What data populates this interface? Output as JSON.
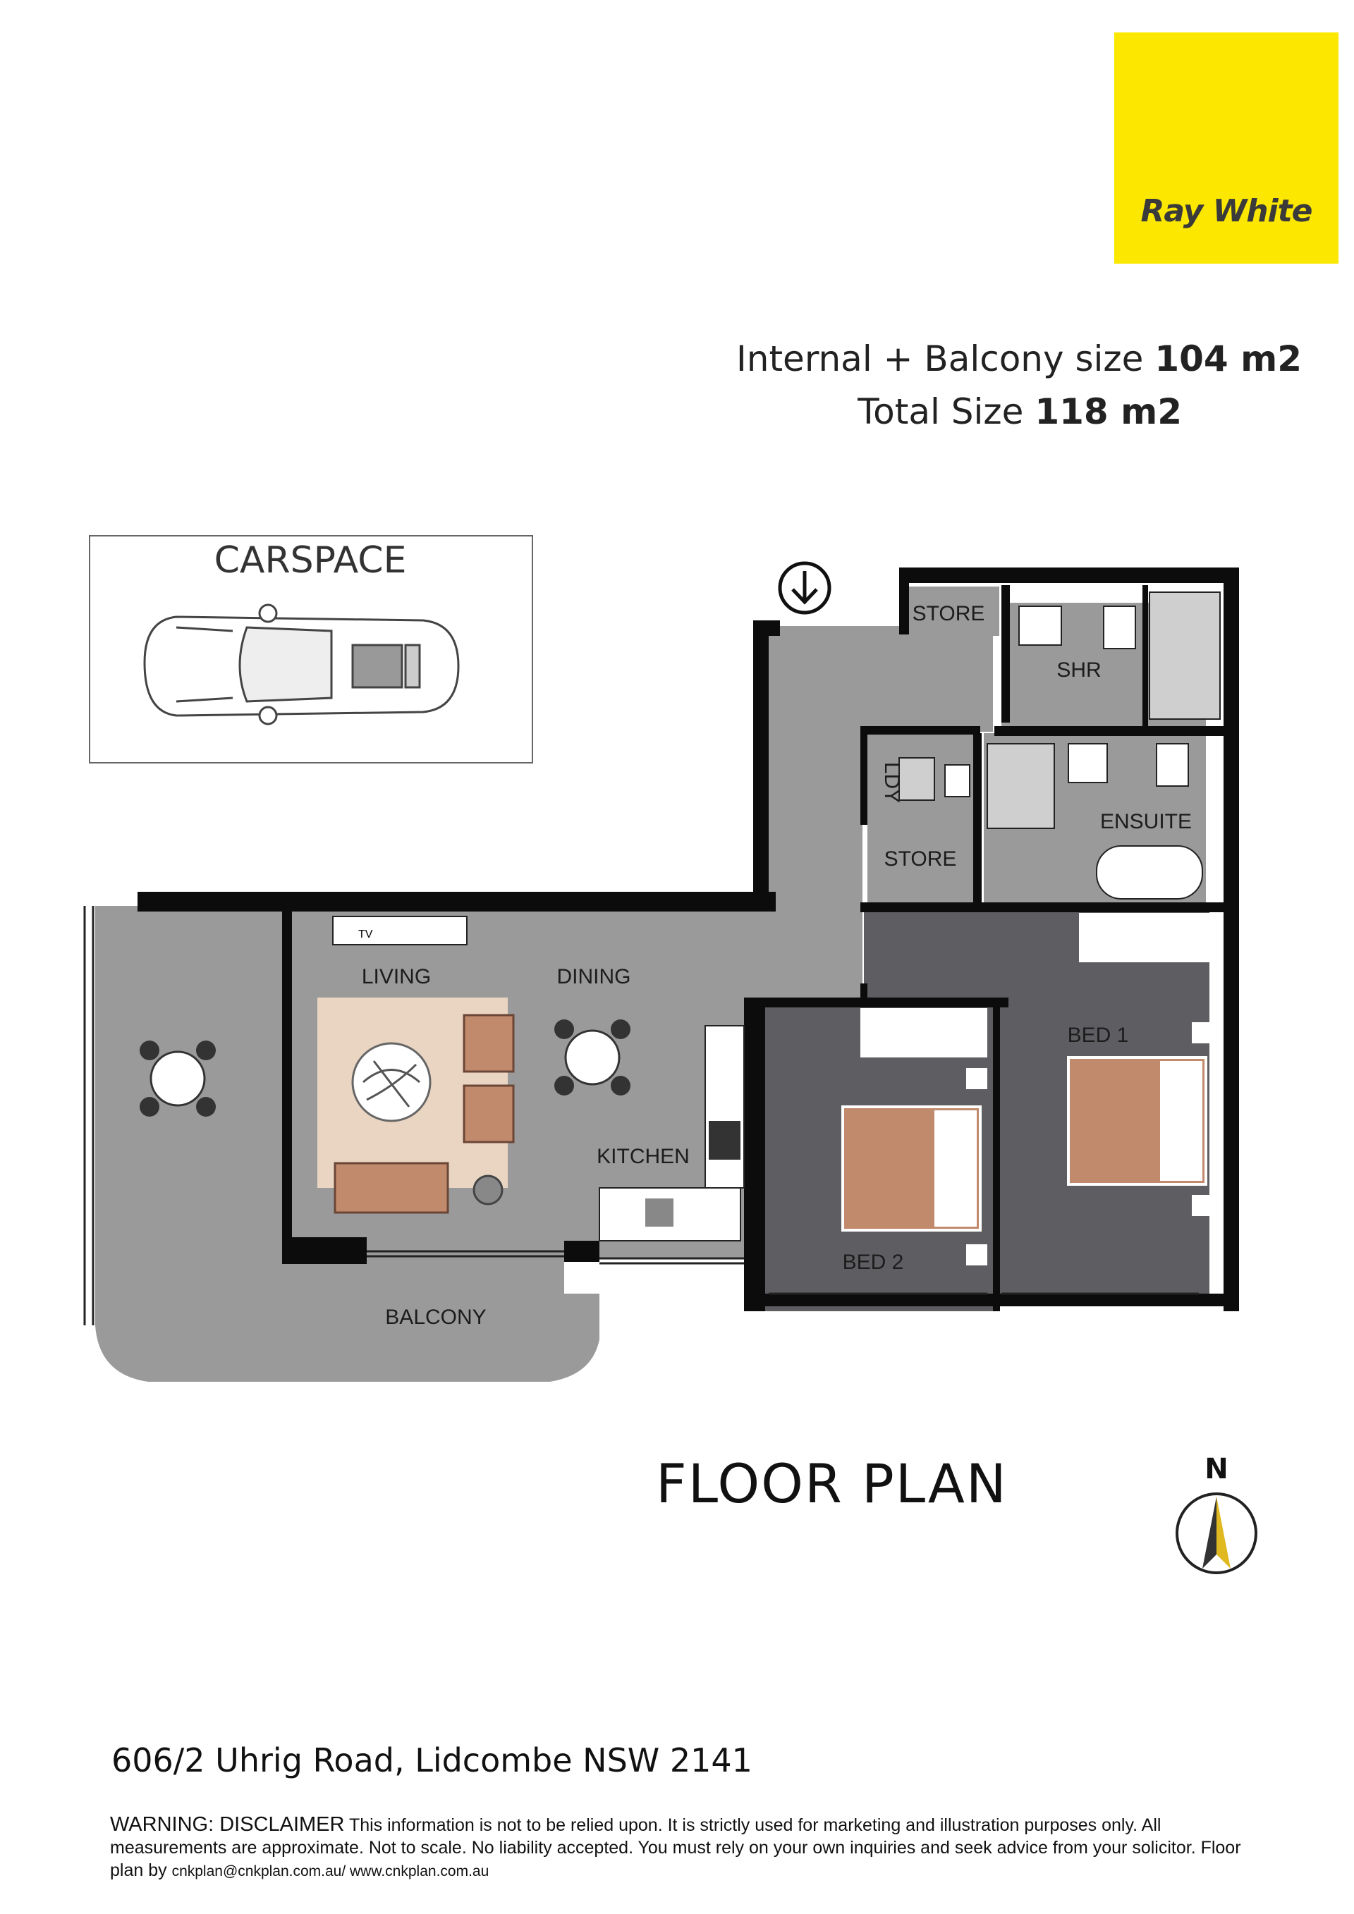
{
  "brand": {
    "name": "Ray White",
    "color": "#fbe700"
  },
  "sizes": {
    "line1_prefix": "Internal + Balcony size ",
    "line1_value": "104 m2",
    "line2_prefix": "Total Size ",
    "line2_value": "118 m2"
  },
  "carspace": {
    "label": "CARSPACE"
  },
  "rooms": {
    "store_top": "STORE",
    "shower": "SHR",
    "laundry": "LDY",
    "store_mid": "STORE",
    "ensuite": "ENSUITE",
    "living": "LIVING",
    "dining": "DINING",
    "kitchen": "KITCHEN",
    "bed1": "BED 1",
    "bed2": "BED 2",
    "balcony": "BALCONY",
    "tv": "TV"
  },
  "plan_title": "FLOOR PLAN",
  "compass": {
    "label": "N"
  },
  "address": "606/2 Uhrig Road, Lidcombe NSW 2141",
  "disclaimer": {
    "warning": "WARNING: DISCLAIMER",
    "text": " This information is not to be relied upon. It is strictly used for marketing and illustration purposes only. All measurements are approximate. Not to scale. No liability accepted. You must rely on your own inquiries and seek advice from your solicitor. Floor plan by ",
    "credit": "cnkplan@cnkplan.com.au/ www.cnkplan.com.au"
  },
  "colors": {
    "floor": "#9a9a9a",
    "bedroom_floor": "#5e5e62",
    "wall": "#0c0c0c",
    "rug": "#e9d5c2",
    "furniture": "#c28a6c"
  }
}
